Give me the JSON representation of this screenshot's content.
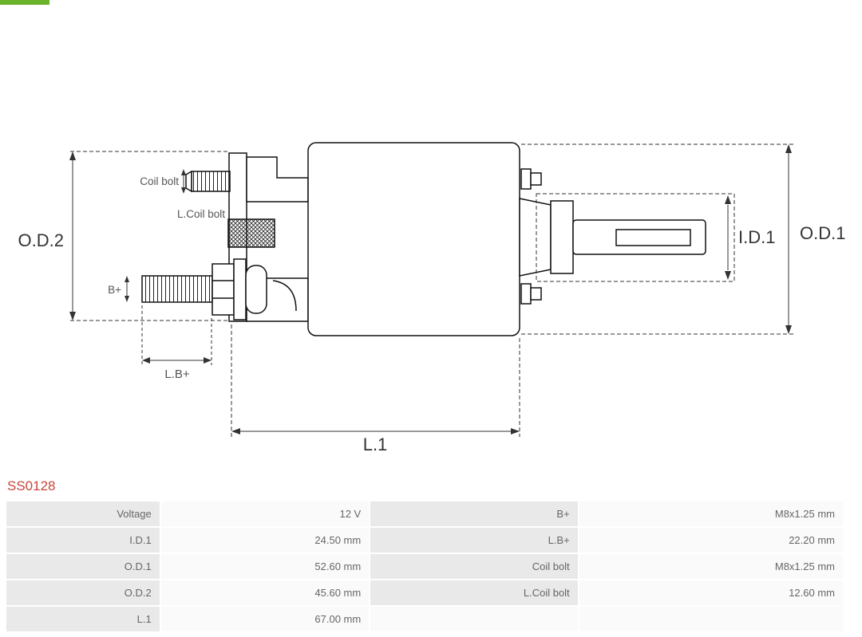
{
  "colors": {
    "part_number_text": "#c8473c",
    "logo_fragment": "#6ab42d",
    "table_label_bg": "#e9e9e9",
    "table_value_bg": "#fafafa"
  },
  "part_number": "SS0128",
  "diagram": {
    "labels": {
      "od2": "O.D.2",
      "od1": "O.D.1",
      "id1": "I.D.1",
      "coil_bolt": "Coil bolt",
      "l_coil_bolt": "L.Coil bolt",
      "b_plus": "B+",
      "l_b_plus": "L.B+",
      "l1": "L.1"
    }
  },
  "table": {
    "rows": [
      [
        "Voltage",
        "12 V",
        "B+",
        "M8x1.25 mm"
      ],
      [
        "I.D.1",
        "24.50 mm",
        "L.B+",
        "22.20 mm"
      ],
      [
        "O.D.1",
        "52.60 mm",
        "Coil bolt",
        "M8x1.25 mm"
      ],
      [
        "O.D.2",
        "45.60 mm",
        "L.Coil bolt",
        "12.60 mm"
      ],
      [
        "L.1",
        "67.00 mm",
        "",
        ""
      ]
    ]
  }
}
